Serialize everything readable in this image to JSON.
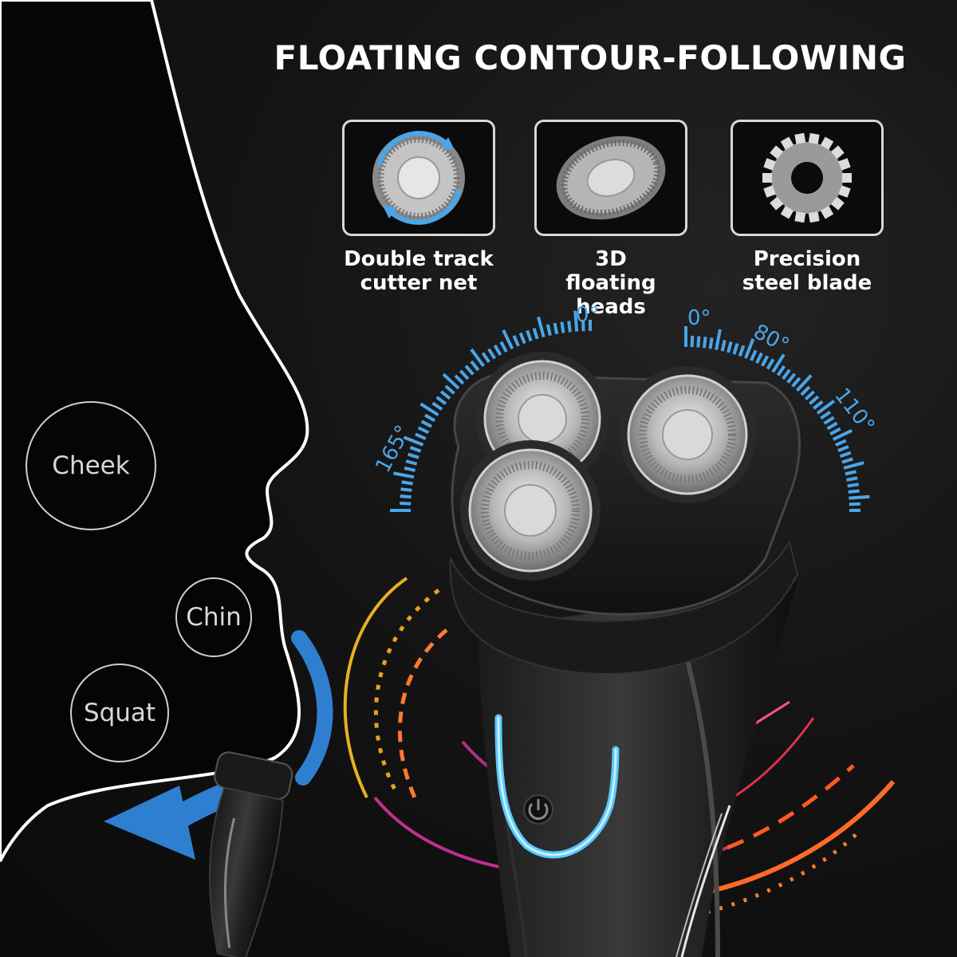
{
  "headline": "FLOATING CONTOUR-FOLLOWING",
  "features": [
    {
      "label": "Double track\ncutter net",
      "icon": "double-track-cutter-net-icon"
    },
    {
      "label": "3D\nfloating heads",
      "icon": "floating-head-icon"
    },
    {
      "label": "Precision\nsteel blade",
      "icon": "steel-blade-icon"
    }
  ],
  "zones": [
    "Cheek",
    "Chin",
    "Squat"
  ],
  "angle_labels": [
    "0°",
    "165°",
    "0°",
    "80°",
    "110°"
  ],
  "colors": {
    "scale_blue": "#4aa6e8",
    "arrow_blue": "#2f7fd0",
    "arc_orange": "#ff6a2a",
    "arc_magenta": "#c03090",
    "arc_yellow": "#e8b020",
    "led_blue": "#58c8ff"
  }
}
